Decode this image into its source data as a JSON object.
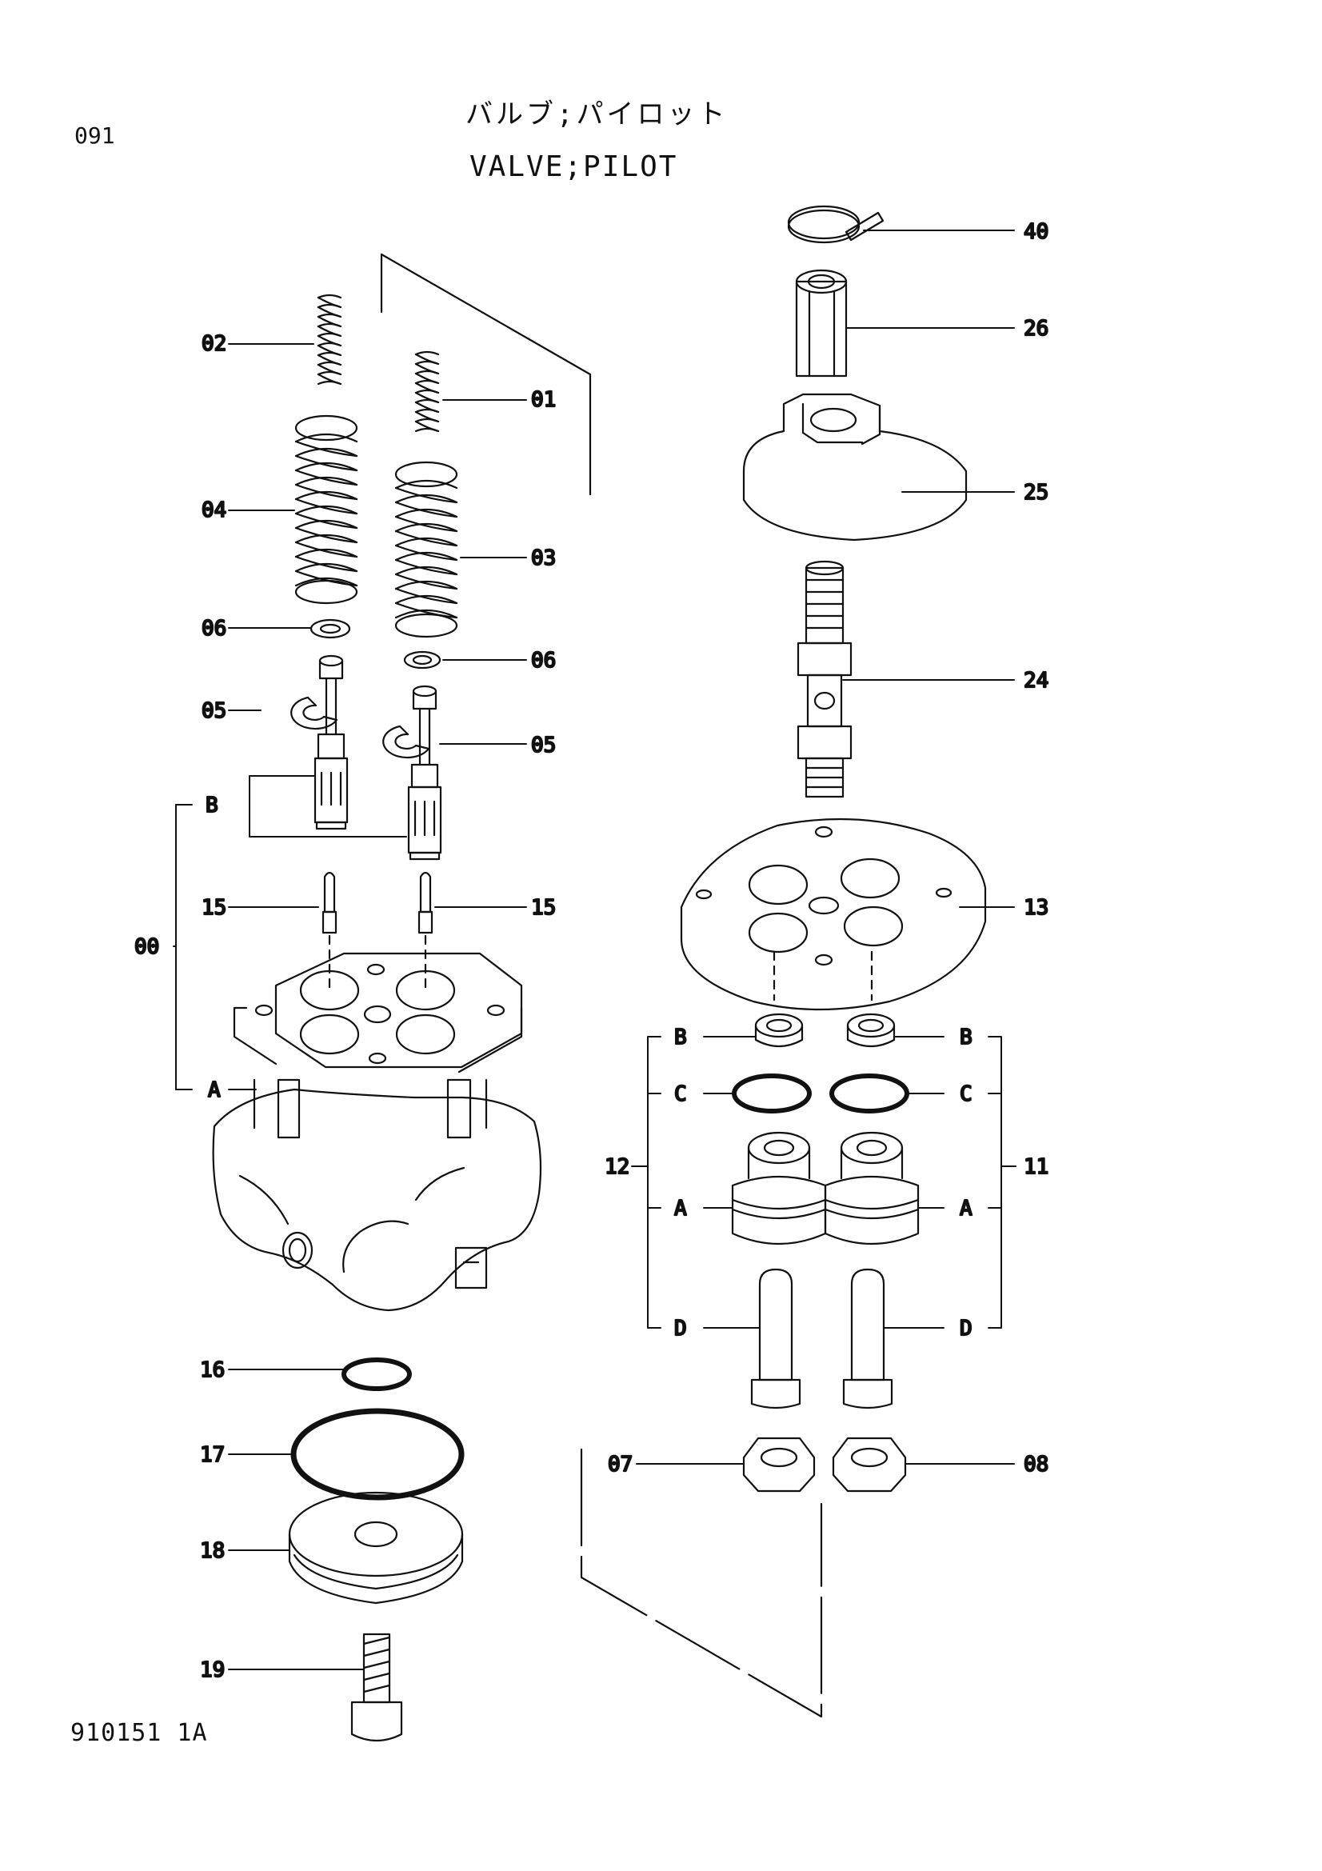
{
  "header": {
    "page_code": "091",
    "title_jp": "バルブ;パイロット",
    "title_en": "VALVE;PILOT"
  },
  "footer": {
    "drawing_number": "910151 1A"
  },
  "callouts": {
    "c01": "01",
    "c02": "02",
    "c03": "03",
    "c04": "04",
    "c05a": "05",
    "c05b": "05",
    "c06a": "06",
    "c06b": "06",
    "c07": "07",
    "c08": "08",
    "c00": "00",
    "c11": "11",
    "c12": "12",
    "c13": "13",
    "c15a": "15",
    "c15b": "15",
    "c16": "16",
    "c17": "17",
    "c18": "18",
    "c19": "19",
    "c24": "24",
    "c25": "25",
    "c26": "26",
    "c40": "40"
  },
  "subletters": {
    "left_b": "B",
    "left_a": "A",
    "r_b_left": "B",
    "r_b_right": "B",
    "r_c_left": "C",
    "r_c_right": "C",
    "r_a_left": "A",
    "r_a_right": "A",
    "r_d_left": "D",
    "r_d_right": "D"
  }
}
